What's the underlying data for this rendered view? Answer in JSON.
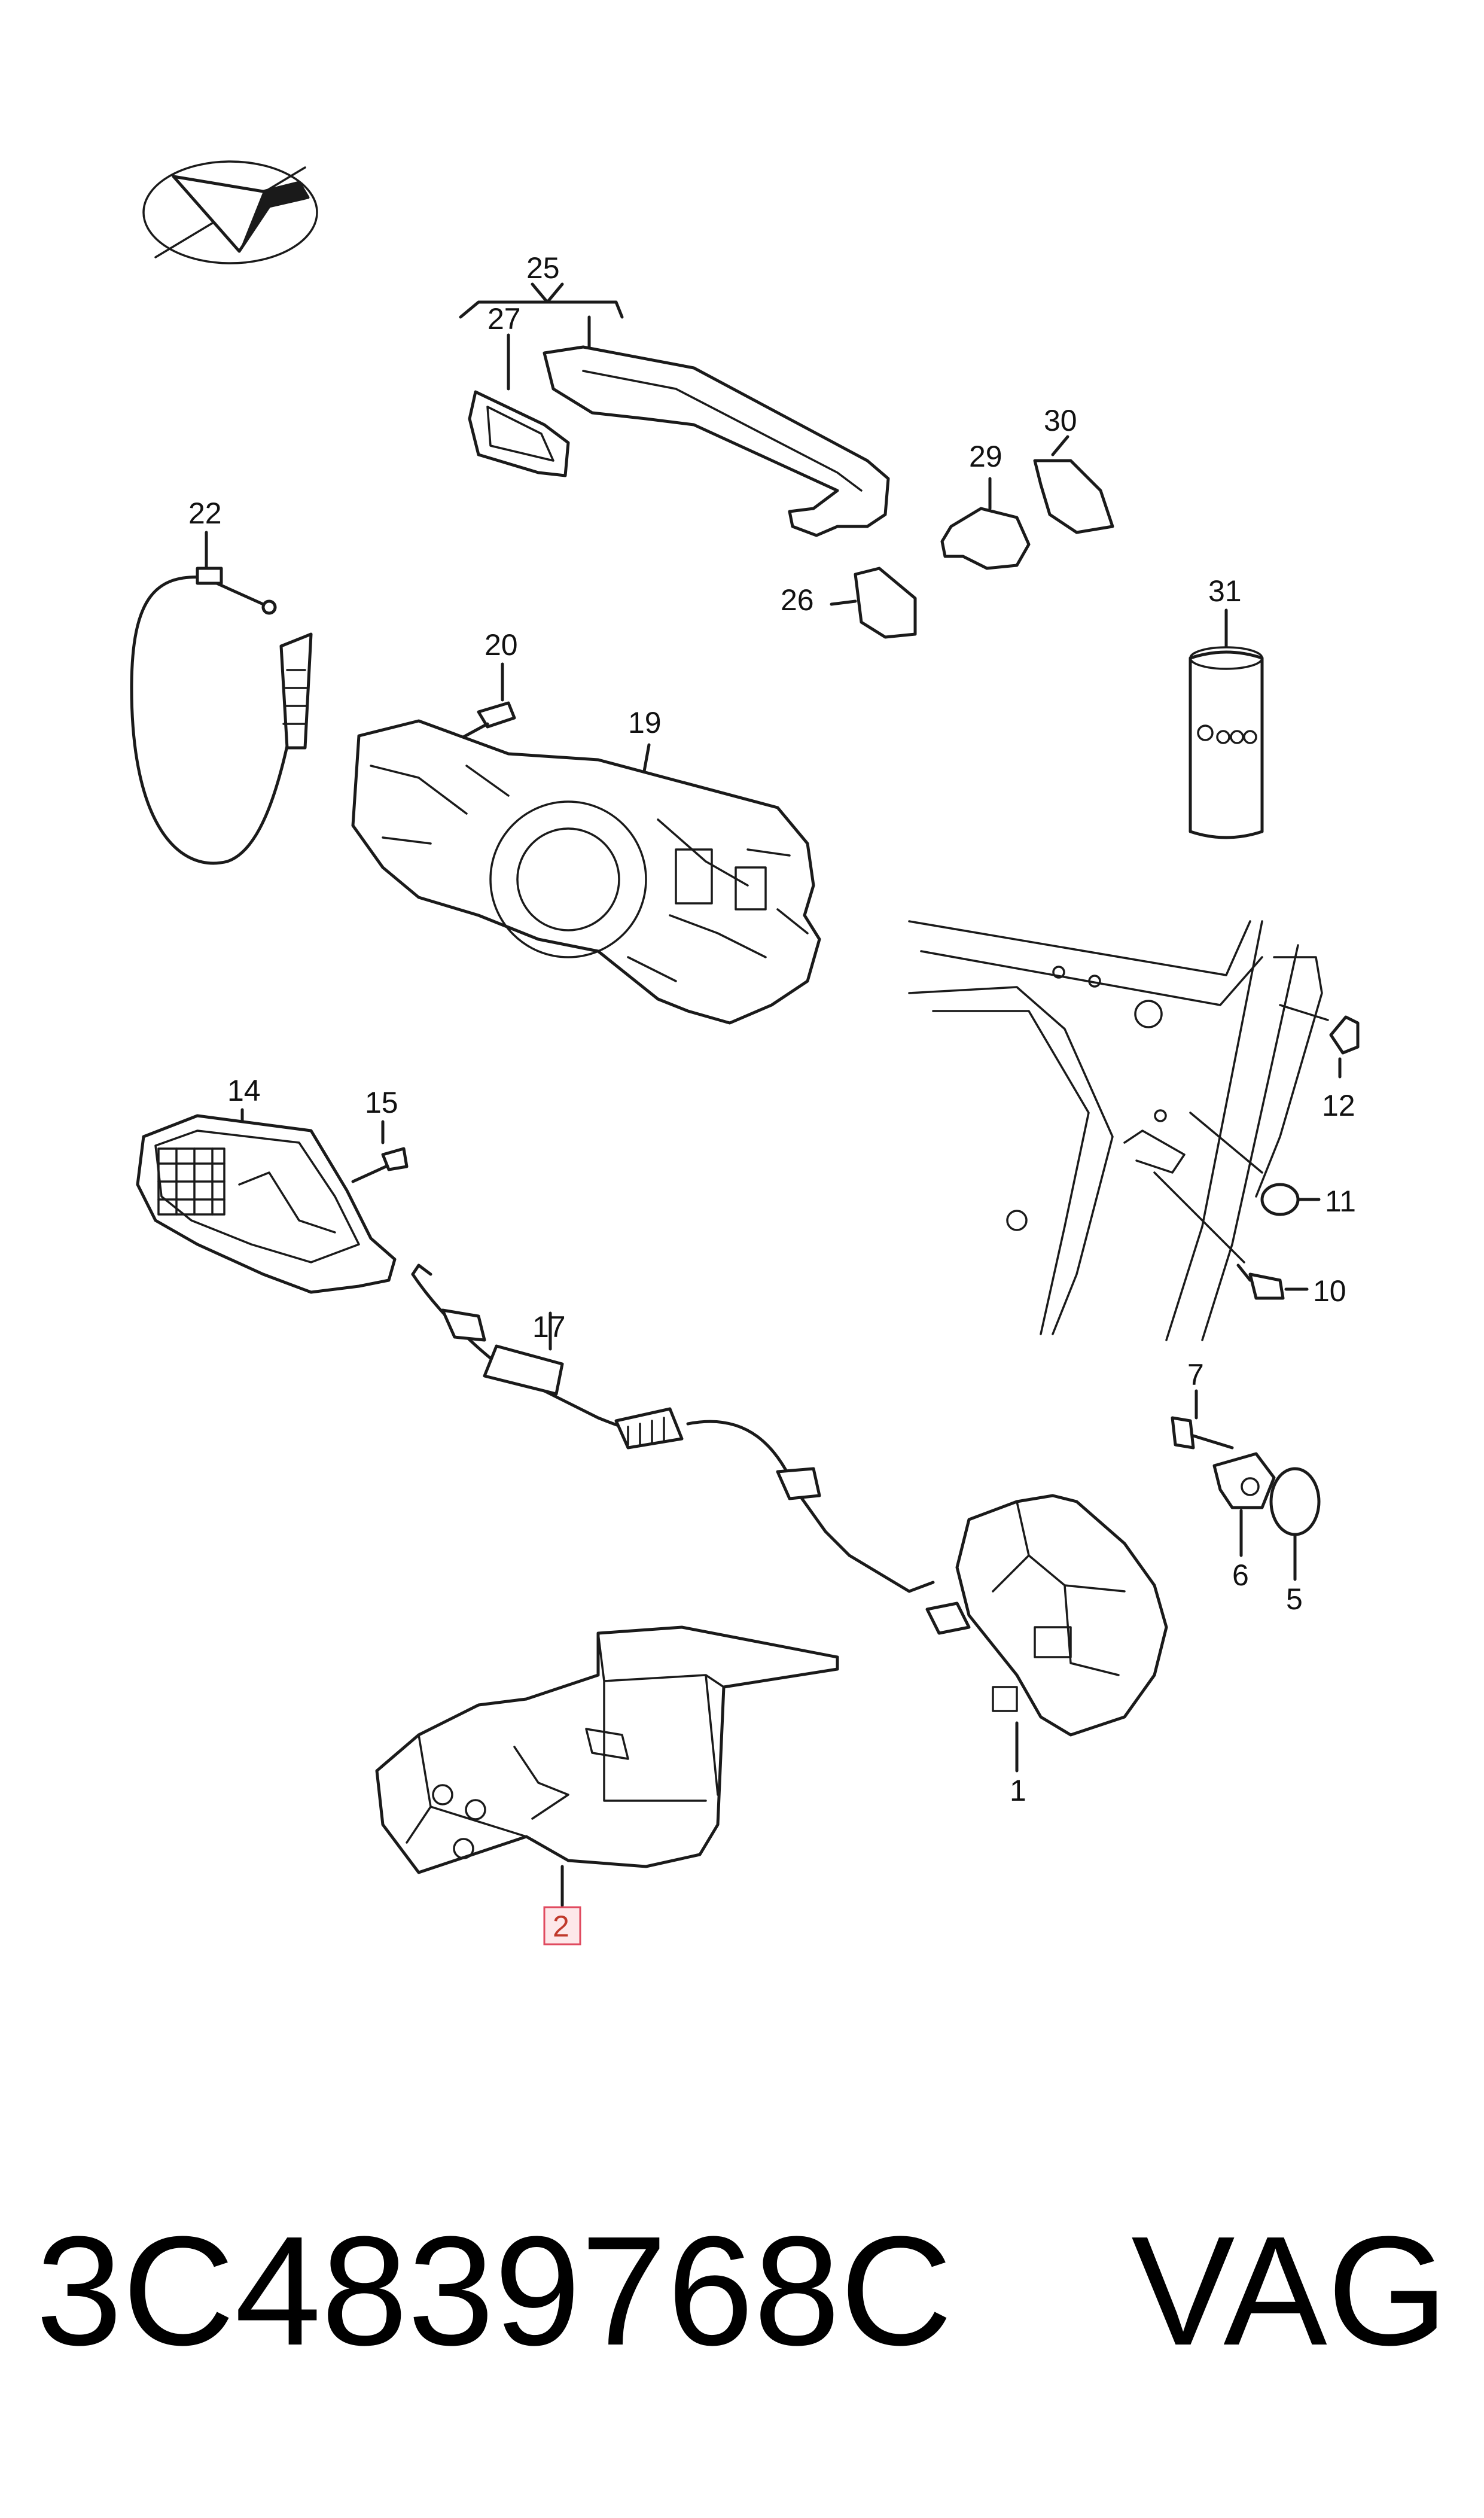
{
  "callouts": {
    "c25": "25",
    "c27": "27",
    "c30": "30",
    "c29": "29",
    "c26": "26",
    "c22": "22",
    "c20": "20",
    "c19": "19",
    "c31": "31",
    "c12": "12",
    "c14": "14",
    "c15": "15",
    "c11": "11",
    "c10": "10",
    "c17": "17",
    "c7": "7",
    "c6": "6",
    "c5": "5",
    "c1": "1",
    "c2": "2"
  },
  "highlighted_callout": "2",
  "footer": {
    "part_number": "3C4839768C",
    "brand": "VAG"
  }
}
